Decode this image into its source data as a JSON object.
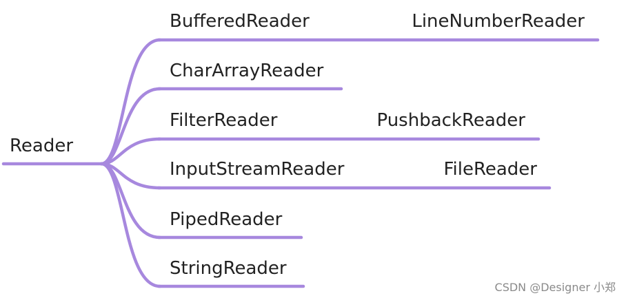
{
  "colors": {
    "branch": "#a788de",
    "text": "#222222",
    "watermark": "#8a8a8a"
  },
  "root": {
    "label": "Reader"
  },
  "children": [
    {
      "label": "BufferedReader",
      "child": {
        "label": "LineNumberReader"
      }
    },
    {
      "label": "CharArrayReader"
    },
    {
      "label": "FilterReader",
      "child": {
        "label": "PushbackReader"
      }
    },
    {
      "label": "InputStreamReader",
      "child": {
        "label": "FileReader"
      }
    },
    {
      "label": "PipedReader"
    },
    {
      "label": "StringReader"
    }
  ],
  "watermark": "CSDN @Designer 小郑"
}
